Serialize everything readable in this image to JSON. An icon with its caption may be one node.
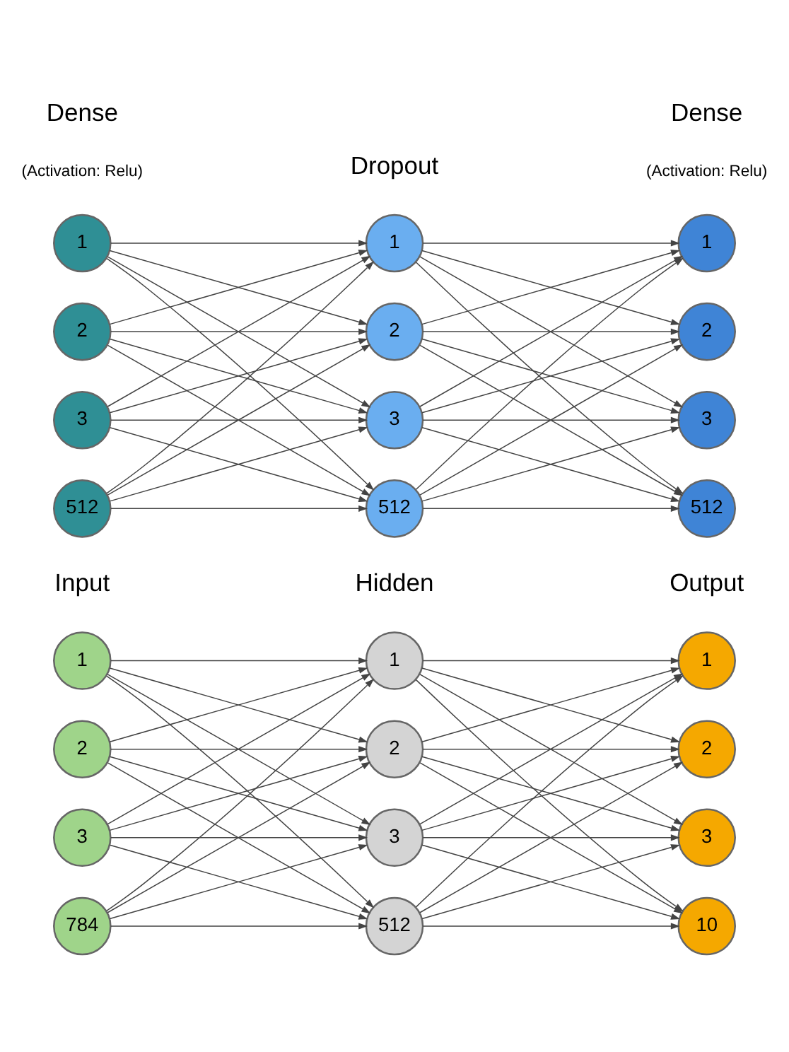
{
  "diagram": {
    "nodes": [
      {
        "text": [
          "1"
        ]
      },
      {
        "text": [
          "2"
        ]
      },
      {
        "text": [
          "3"
        ]
      },
      {
        "text": [
          "784"
        ]
      },
      {
        "text": [
          "1"
        ]
      },
      {
        "text": [
          "2"
        ]
      },
      {
        "text": [
          "3"
        ]
      },
      {
        "text": [
          "512"
        ]
      },
      {
        "text": [
          "1"
        ]
      },
      {
        "text": [
          "2"
        ]
      },
      {
        "text": [
          "3"
        ]
      },
      {
        "text": [
          "10"
        ]
      },
      {
        "text": [
          "1"
        ]
      },
      {
        "text": [
          "2"
        ]
      },
      {
        "text": [
          "3"
        ]
      },
      {
        "text": [
          "512"
        ]
      },
      {
        "text": [
          "1"
        ]
      },
      {
        "text": [
          "2"
        ]
      },
      {
        "text": [
          "3"
        ]
      },
      {
        "text": [
          "512"
        ]
      },
      {
        "text": [
          "1"
        ]
      },
      {
        "text": [
          "2"
        ]
      },
      {
        "text": [
          "3"
        ]
      },
      {
        "text": [
          "512"
        ]
      }
    ],
    "edges": [
      {
        "from": 0,
        "to": 4,
        "arrow": "to"
      },
      {
        "from": 0,
        "to": 5,
        "arrow": "to"
      },
      {
        "from": 0,
        "to": 6,
        "arrow": "to"
      },
      {
        "from": 0,
        "to": 7,
        "arrow": "to"
      },
      {
        "from": 1,
        "to": 4,
        "arrow": "to"
      },
      {
        "from": 1,
        "to": 5,
        "arrow": "to"
      },
      {
        "from": 1,
        "to": 6,
        "arrow": "to"
      },
      {
        "from": 1,
        "to": 7,
        "arrow": "to"
      },
      {
        "from": 2,
        "to": 4,
        "arrow": "to"
      },
      {
        "from": 2,
        "to": 5,
        "arrow": "to"
      },
      {
        "from": 2,
        "to": 6,
        "arrow": "to"
      },
      {
        "from": 2,
        "to": 7,
        "arrow": "to"
      },
      {
        "from": 3,
        "to": 4,
        "arrow": "to"
      },
      {
        "from": 3,
        "to": 5,
        "arrow": "to"
      },
      {
        "from": 3,
        "to": 6,
        "arrow": "to"
      },
      {
        "from": 3,
        "to": 7,
        "arrow": "to"
      },
      {
        "from": 4,
        "to": 8,
        "arrow": "to"
      },
      {
        "from": 4,
        "to": 9,
        "arrow": "to"
      },
      {
        "from": 4,
        "to": 10,
        "arrow": "to"
      },
      {
        "from": 4,
        "to": 11,
        "arrow": "to"
      },
      {
        "from": 5,
        "to": 8,
        "arrow": "to"
      },
      {
        "from": 5,
        "to": 9,
        "arrow": "to"
      },
      {
        "from": 5,
        "to": 10,
        "arrow": "to"
      },
      {
        "from": 5,
        "to": 11,
        "arrow": "to"
      },
      {
        "from": 6,
        "to": 8,
        "arrow": "to"
      },
      {
        "from": 6,
        "to": 9,
        "arrow": "to"
      },
      {
        "from": 6,
        "to": 10,
        "arrow": "to"
      },
      {
        "from": 6,
        "to": 11,
        "arrow": "to"
      },
      {
        "from": 7,
        "to": 8,
        "arrow": "to"
      },
      {
        "from": 7,
        "to": 9,
        "arrow": "to"
      },
      {
        "from": 7,
        "to": 10,
        "arrow": "to"
      },
      {
        "from": 7,
        "to": 11,
        "arrow": "to"
      },
      {
        "from": 12,
        "to": 16,
        "arrow": "to"
      },
      {
        "from": 12,
        "to": 17,
        "arrow": "to"
      },
      {
        "from": 12,
        "to": 18,
        "arrow": "to"
      },
      {
        "from": 12,
        "to": 19,
        "arrow": "to"
      },
      {
        "from": 13,
        "to": 16,
        "arrow": "to"
      },
      {
        "from": 13,
        "to": 17,
        "arrow": "to"
      },
      {
        "from": 13,
        "to": 18,
        "arrow": "to"
      },
      {
        "from": 13,
        "to": 19,
        "arrow": "to"
      },
      {
        "from": 14,
        "to": 16,
        "arrow": "to"
      },
      {
        "from": 14,
        "to": 17,
        "arrow": "to"
      },
      {
        "from": 14,
        "to": 18,
        "arrow": "to"
      },
      {
        "from": 14,
        "to": 19,
        "arrow": "to"
      },
      {
        "from": 15,
        "to": 16,
        "arrow": "to"
      },
      {
        "from": 15,
        "to": 17,
        "arrow": "to"
      },
      {
        "from": 15,
        "to": 18,
        "arrow": "to"
      },
      {
        "from": 15,
        "to": 19,
        "arrow": "to"
      },
      {
        "from": 16,
        "to": 20,
        "arrow": "to"
      },
      {
        "from": 16,
        "to": 21,
        "arrow": "to"
      },
      {
        "from": 16,
        "to": 22,
        "arrow": "to"
      },
      {
        "from": 16,
        "to": 23,
        "arrow": "to"
      },
      {
        "from": 17,
        "to": 20,
        "arrow": "to"
      },
      {
        "from": 17,
        "to": 21,
        "arrow": "to"
      },
      {
        "from": 17,
        "to": 22,
        "arrow": "to"
      },
      {
        "from": 17,
        "to": 23,
        "arrow": "to"
      },
      {
        "from": 18,
        "to": 20,
        "arrow": "to"
      },
      {
        "from": 18,
        "to": 21,
        "arrow": "to"
      },
      {
        "from": 18,
        "to": 22,
        "arrow": "to"
      },
      {
        "from": 18,
        "to": 23,
        "arrow": "to"
      },
      {
        "from": 19,
        "to": 20,
        "arrow": "to"
      },
      {
        "from": 19,
        "to": 21,
        "arrow": "to"
      },
      {
        "from": 19,
        "to": 22,
        "arrow": "to"
      },
      {
        "from": 19,
        "to": 23,
        "arrow": "to"
      }
    ],
    "labels": [
      "Input",
      "Hidden",
      "Output",
      "Dense",
      "(Activation: Relu)",
      "Dropout",
      "Dense",
      "(Activation: Relu)"
    ]
  }
}
